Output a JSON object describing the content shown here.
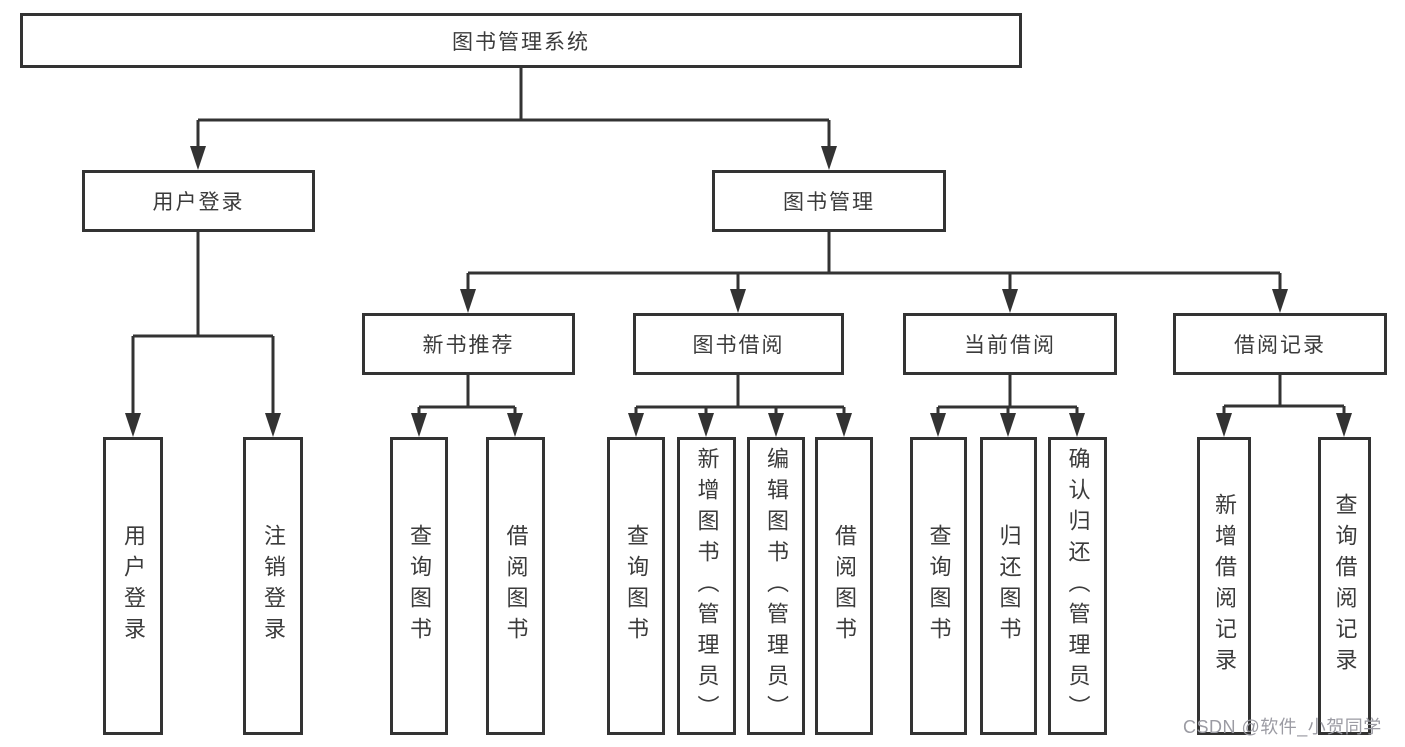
{
  "root": "图书管理系统",
  "level2": {
    "user_login": "用户登录",
    "book_management": "图书管理"
  },
  "level3": {
    "new_book_recommend": "新书推荐",
    "book_borrowing": "图书借阅",
    "current_borrowing": "当前借阅",
    "borrowing_records": "借阅记录"
  },
  "leaves": {
    "user_login": "用户登录",
    "logout": "注销登录",
    "nb_query_books": "查询图书",
    "nb_borrow_books": "借阅图书",
    "bb_query_books": "查询图书",
    "bb_add_books_admin": "新增图书（管理员）",
    "bb_edit_books_admin": "编辑图书（管理员）",
    "bb_borrow_books": "借阅图书",
    "cb_query_books": "查询图书",
    "cb_return_books": "归还图书",
    "cb_confirm_return_admin": "确认归还（管理员）",
    "br_add_record": "新增借阅记录",
    "br_query_record": "查询借阅记录"
  },
  "watermark": "CSDN @软件_小贺同学",
  "colors": {
    "line": "#333333",
    "box_border": "#333333",
    "text": "#3b3b3b",
    "watermark": "#9b9ba3",
    "background": "#ffffff"
  }
}
